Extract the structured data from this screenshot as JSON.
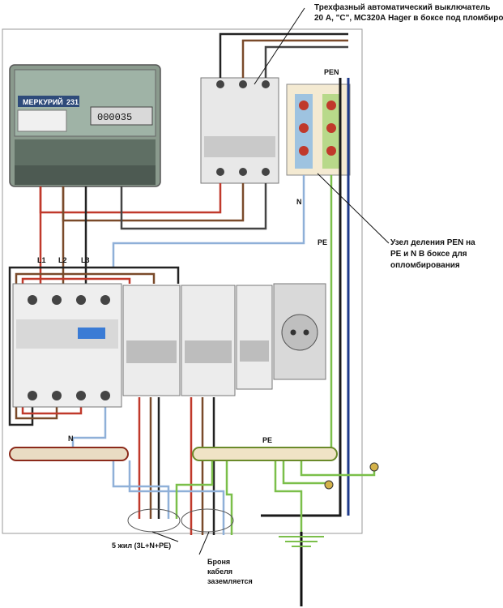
{
  "annotations": {
    "breaker_line1": "Трехфазный автоматический выключатель",
    "breaker_line2": "20 А, \"С\", МС320А Hager в боксе под пломбировку",
    "pen_node_line1": "Узел деления PEN  на",
    "pen_node_line2": "PE и N В боксе для",
    "pen_node_line3": "опломбирования",
    "cable_label": "5 жил (3L+N+PE)",
    "armor_line1": "Броня",
    "armor_line2": "кабеля",
    "armor_line3": "заземляется"
  },
  "wire_labels": {
    "pen": "PEN",
    "n_top": "N",
    "pe_right": "PE",
    "l1": "L1",
    "l2": "L2",
    "l3": "L3",
    "n_bus": "N",
    "pe_bus": "PE"
  },
  "meter": {
    "brand": "МЕРКУРИЙ",
    "model": "231",
    "reading": "000035"
  },
  "wire_colors": {
    "phase_l1": "#c0392b",
    "phase_l2": "#7a4a2a",
    "phase_l3": "#222222",
    "neutral": "#8fb0d8",
    "pe": "#7bbf4a",
    "pen": "#1e3a8a"
  }
}
